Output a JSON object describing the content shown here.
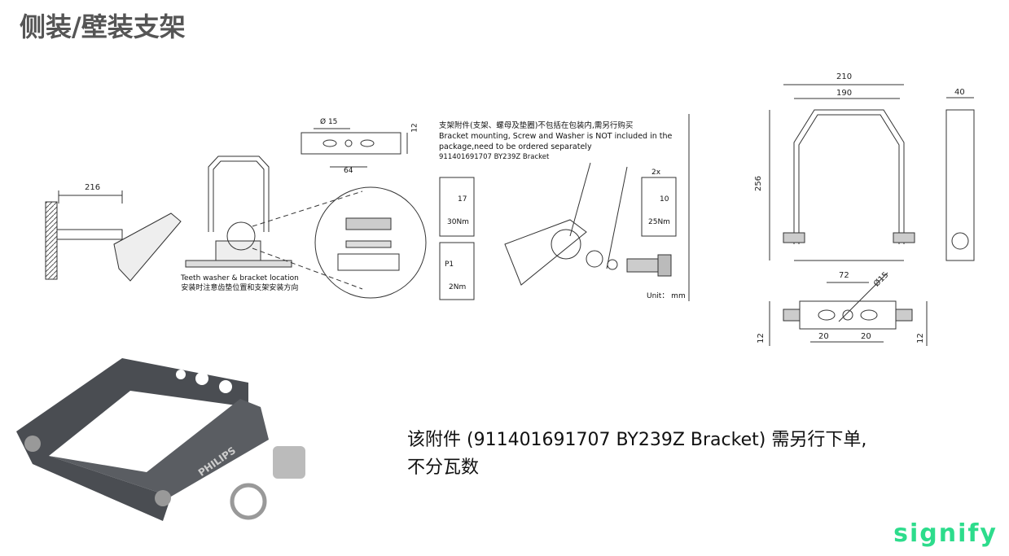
{
  "title": "侧装/壁装支架",
  "note": {
    "line_cn": "支架附件(支架、螺母及垫圈)不包括在包装内,需另行购买",
    "line_en1": "Bracket mounting, Screw and Washer is NOT included in the",
    "line_en2": "package,need to be ordered separately",
    "line_part": "911401691707  BY239Z Bracket"
  },
  "drawing_left": {
    "dim_216": "216",
    "caption_en": "Teeth washer & bracket location",
    "caption_cn": "安装时注意齿垫位置和支架安装方向",
    "hole_dia": "Ø 15",
    "hole_h": "12",
    "hole_spacing": "64",
    "wrench1": "17",
    "torque1": "30Nm",
    "screwdriver": "P1",
    "torque2": "2Nm",
    "qty": "2x",
    "wrench2": "10",
    "torque3": "25Nm",
    "unit": "Unit： mm"
  },
  "drawing_right": {
    "w_outer": "210",
    "w_inner": "190",
    "height": "256",
    "depth": "40",
    "hole_spacing": "72",
    "hole_dia": "Ø15",
    "slot_left": "20",
    "slot_right": "20",
    "edge_left": "12",
    "edge_right": "12"
  },
  "product_label": "PHILIPS",
  "caption": {
    "line1": "该附件 (911401691707 BY239Z Bracket) 需另行下单,",
    "line2": "不分瓦数"
  },
  "logo": "signify",
  "colors": {
    "brand": "#2ddc8c",
    "bracket": "#4a4d52"
  }
}
